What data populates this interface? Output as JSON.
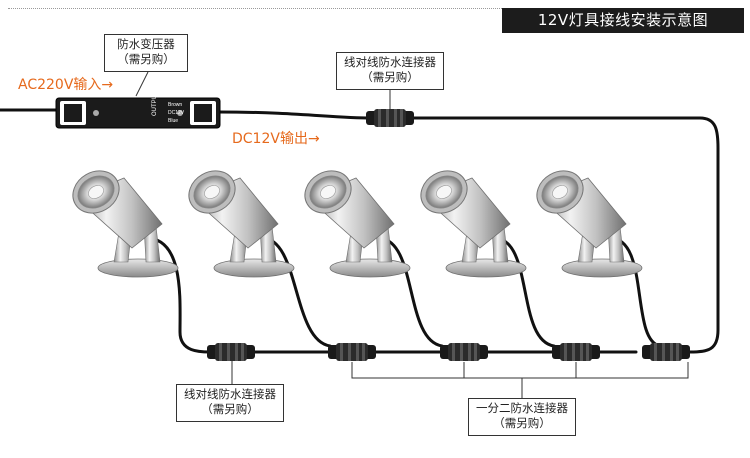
{
  "banner_title": "12V灯具接线安装示意图",
  "transformer_label": {
    "line1": "防水变压器",
    "line2": "（需另购）"
  },
  "input_label": "AC220V输入→",
  "output_label": "DC12V输出→",
  "top_connector_label": {
    "line1": "线对线防水连接器",
    "line2": "（需另购）"
  },
  "bottom_connector_label": {
    "line1": "线对线防水连接器",
    "line2": "（需另购）"
  },
  "splitter_label": {
    "line1": "一分二防水连接器",
    "line2": "（需另购）"
  },
  "transformer_markings": {
    "output_side": "OUTPUT",
    "output_specs": [
      "Brown",
      "DC12V",
      "Blue"
    ]
  },
  "lamp_count": 5,
  "colors": {
    "accent": "#e66a1d",
    "banner_bg": "#1c1c1c",
    "cable": "#111111"
  }
}
